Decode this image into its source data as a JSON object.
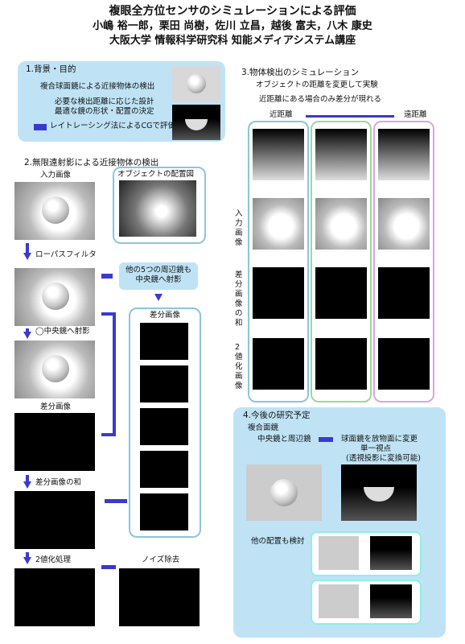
{
  "header": {
    "title": "複眼全方位センサのシミュレーションによる評価",
    "authors": "小嶋 裕一郎，栗田 尚樹，佐川 立昌，越後 富夫，八木 康史",
    "affiliation": "大阪大学 情報科学研究科 知能メディアシステム講座"
  },
  "section1": {
    "heading": "1.背景・目的",
    "line1": "複合球面鏡による近接物体の検出",
    "line2": "必要な検出距離に応じた設計",
    "line3": "最適な鏡の形状・配置の決定",
    "line4": "レイトレーシング法によるCGで評価"
  },
  "section2": {
    "heading": "2.無限遠射影による近接物体の検出",
    "input_label": "入力画像",
    "layout_label": "オブジェクトの配置図",
    "lowpass_label": "ローパスフィルタ",
    "note_box": "他の5つの周辺鏡も中央鏡へ射影",
    "project_label": "◯中央鏡へ射影",
    "diff_label": "差分画像",
    "diff_label_right": "差分画像",
    "sum_label": "差分画像の和",
    "binarize_label": "2値化処理",
    "noise_label": "ノイズ除去"
  },
  "section3": {
    "heading": "3.物体検出のシミュレーション",
    "line1": "オブジェクトの距離を変更して実験",
    "line2": "近距離にある場合のみ差分が現れる",
    "near_label": "近距離",
    "far_label": "遠距離",
    "row_input": "入力画像",
    "row_diff": "差分画像の和",
    "row_binary": "2値化画像"
  },
  "section4": {
    "heading": "4.今後の研究予定",
    "line1": "複合面鏡",
    "line2": "中央鏡と周辺鏡",
    "right1": "球面鏡を放物面に変更",
    "right2": "単一視点",
    "right3": "(透視投影に変換可能)",
    "other_layout": "他の配置も検討"
  },
  "colors": {
    "panel": "#bfe3f5",
    "arrow": "#3a3ad0",
    "near_frame": "#8ac6dd",
    "mid_frame": "#9fd79a",
    "far_frame": "#d9a6e0"
  }
}
